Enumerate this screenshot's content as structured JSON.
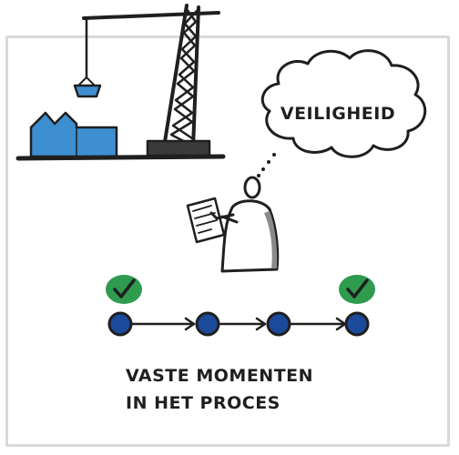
{
  "illustration": {
    "thought_bubble_text": "VEILIGHEID",
    "caption_line1": "VASTE MOMENTEN",
    "caption_line2": "IN HET PROCES"
  },
  "colors": {
    "factory_blue": "#3d8fd1",
    "milestone_node": "#1b4a9b",
    "check_badge": "#2e9b4f",
    "ink": "#1f1f1f",
    "frame": "#d9d9d9"
  },
  "process": {
    "milestones": [
      {
        "checked": true
      },
      {
        "checked": false
      },
      {
        "checked": false
      },
      {
        "checked": true
      }
    ]
  }
}
